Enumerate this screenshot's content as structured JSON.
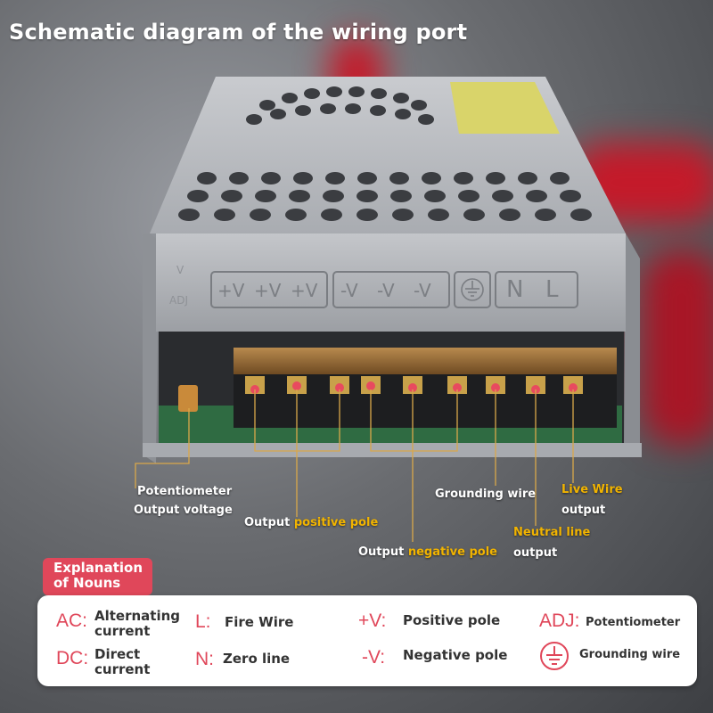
{
  "title": "Schematic diagram of the wiring port",
  "device_panel": {
    "v_label": "V",
    "adj_label": "ADJ",
    "positive_terminals": [
      "+V",
      "+V",
      "+V"
    ],
    "negative_terminals": [
      "-V",
      "-V",
      "-V"
    ],
    "ground_symbol": "ground-icon",
    "neutral": "N",
    "live": "L"
  },
  "callouts": {
    "potentiometer_line1": "Potentiometer",
    "potentiometer_line2": "Output voltage",
    "positive_prefix": "Output ",
    "positive_highlight": "positive pole",
    "negative_prefix": "Output ",
    "negative_highlight": "negative pole",
    "grounding": "Grounding wire",
    "live_highlight": "Live Wire",
    "live_suffix": "output",
    "neutral_highlight": "Neutral line",
    "neutral_suffix": "output"
  },
  "explanation": {
    "badge_line1": "Explanation",
    "badge_line2": "of Nouns",
    "terms": [
      {
        "abbr": "AC:",
        "def_line1": "Alternating",
        "def_line2": "current"
      },
      {
        "abbr": "DC:",
        "def_line1": "Direct",
        "def_line2": "current"
      },
      {
        "abbr": "L:",
        "def_line1": "Fire Wire"
      },
      {
        "abbr": "N:",
        "def_line1": "Zero line"
      },
      {
        "abbr": "+V:",
        "def_line1": "Positive pole"
      },
      {
        "abbr": "-V:",
        "def_line1": "Negative pole"
      },
      {
        "abbr": "ADJ:",
        "def_line1": "Potentiometer"
      },
      {
        "icon": "ground-icon",
        "def_line1": "Grounding wire"
      }
    ]
  },
  "colors": {
    "accent_red": "#e0475a",
    "highlight_yellow": "#f2b400",
    "callout_line": "#d9a84a"
  }
}
